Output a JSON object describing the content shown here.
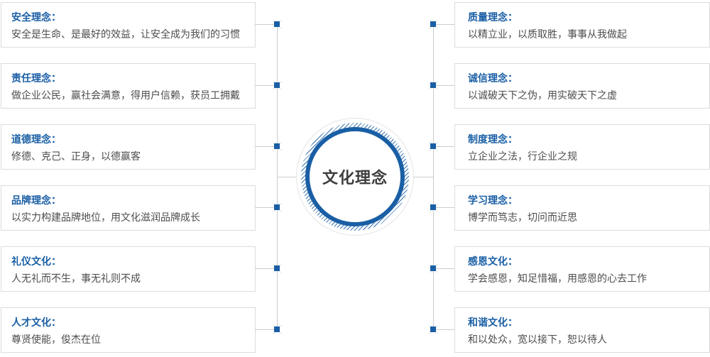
{
  "colors": {
    "accent": "#1a5fa5",
    "line": "#cccccc",
    "card-border": "#dcdcdc",
    "body-text": "#4d4d4d",
    "center-text": "#3d3d3d"
  },
  "center": {
    "label": "文化理念"
  },
  "left_items": [
    {
      "title": "安全理念：",
      "desc": "安全是生命、是最好的效益，让安全成为我们的习惯"
    },
    {
      "title": "责任理念：",
      "desc": "做企业公民，赢社会满意，得用户信赖，获员工拥戴"
    },
    {
      "title": "道德理念：",
      "desc": "修德、克己、正身，以德赢客"
    },
    {
      "title": "品牌理念：",
      "desc": "以实力构建品牌地位，用文化滋润品牌成长"
    },
    {
      "title": "礼仪文化：",
      "desc": "人无礼而不生，事无礼则不成"
    },
    {
      "title": "人才文化：",
      "desc": "尊贤使能，俊杰在位"
    }
  ],
  "right_items": [
    {
      "title": "质量理念：",
      "desc": "以精立业，以质取胜，事事从我做起"
    },
    {
      "title": "诚信理念：",
      "desc": "以诚破天下之伪，用实破天下之虚"
    },
    {
      "title": "制度理念：",
      "desc": "立企业之法，行企业之规"
    },
    {
      "title": "学习理念：",
      "desc": "博学而笃志，切问而近思"
    },
    {
      "title": "感恩文化：",
      "desc": "学会感恩，知足惜福，用感恩的心去工作"
    },
    {
      "title": "和谐文化：",
      "desc": "和以处众，宽以接下，恕以待人"
    }
  ]
}
